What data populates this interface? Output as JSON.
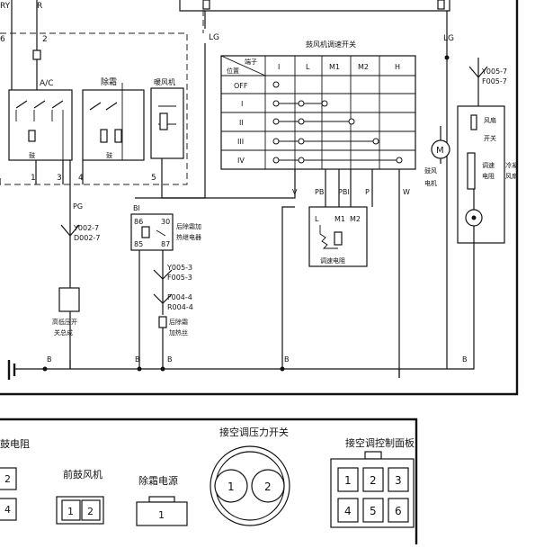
{
  "top_labels": {
    "ry": "RY",
    "r": "R",
    "n6": "6",
    "n2": "2",
    "lg_left": "LG",
    "lg_right": "LG"
  },
  "ac_switch": {
    "title": "A/C",
    "bottom_label": "鼓"
  },
  "defrost_switch": {
    "title": "除霜",
    "bottom_label": "鼓"
  },
  "ac_relay_box": {
    "title": "暖风机"
  },
  "connector_pins": {
    "p1": "1",
    "p3": "3",
    "p4": "4",
    "p5": "5"
  },
  "fan_table": {
    "title": "鼓风机调速开关",
    "corner_top": "端子",
    "corner_bottom": "位置",
    "columns": [
      "I",
      "L",
      "M1",
      "M2",
      "H"
    ],
    "rows": [
      "OFF",
      "I",
      "II",
      "III",
      "IV"
    ]
  },
  "blower": {
    "motor": "M",
    "label_1": "鼓风",
    "label_2": "电机"
  },
  "wires": {
    "v": "V",
    "pb": "PB",
    "pbl": "PBl",
    "p": "P",
    "w": "W",
    "pg": "PG",
    "bl": "Bl",
    "b": "B"
  },
  "speed_resistor": {
    "l": "L",
    "m1": "M1",
    "m2": "M2",
    "label": "调速电阻"
  },
  "right_connector": {
    "c1": "Y005-7",
    "c2": "F005-7"
  },
  "right_module": {
    "label_1": "风扇",
    "label_2": "开关",
    "label_3": "调速",
    "label_4": "电阻",
    "side_1": "冷凝",
    "side_2": "风扇"
  },
  "left_connector": {
    "c1": "Y002-7",
    "c2": "D002-7"
  },
  "pressure_sw": {
    "label_1": "高低压开",
    "label_2": "关总成"
  },
  "relay": {
    "p86": "86",
    "p30": "30",
    "p85": "85",
    "p87": "87",
    "label_1": "后除霜加",
    "label_2": "热继电器"
  },
  "mid_connectors": {
    "c1": "Y005-3",
    "c2": "F005-3",
    "c3": "F004-4",
    "c4": "R004-4"
  },
  "heater": {
    "label_1": "后除霜",
    "label_2": "加热丝"
  },
  "bottom": {
    "left_partial": {
      "title": "鼓电阻",
      "pins": [
        "2",
        "4"
      ]
    },
    "fan_motor": {
      "title": "前鼓风机",
      "pins": [
        "1",
        "2"
      ]
    },
    "defrost": {
      "title": "除霜电源",
      "pins": [
        "1"
      ]
    },
    "pressure": {
      "title": "接空调压力开关",
      "pins": [
        "1",
        "2"
      ]
    },
    "panel": {
      "title": "接空调控制面板",
      "pins": [
        "1",
        "2",
        "3",
        "4",
        "5",
        "6"
      ]
    }
  }
}
